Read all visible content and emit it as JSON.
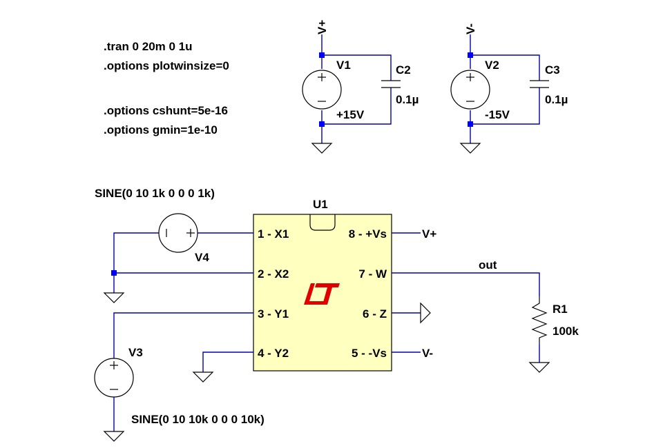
{
  "directives": [
    ".tran 0 20m 0 1u",
    ".options plotwinsize=0",
    ".options cshunt=5e-16",
    ".options gmin=1e-10"
  ],
  "supplies": {
    "v1": {
      "name": "V1",
      "value": "+15V",
      "net": "V+"
    },
    "v2": {
      "name": "V2",
      "value": "-15V",
      "net": "V-"
    },
    "c2": {
      "name": "C2",
      "value": "0.1µ"
    },
    "c3": {
      "name": "C3",
      "value": "0.1µ"
    }
  },
  "sources": {
    "v4": {
      "name": "V4",
      "value": "SINE(0 10 1k 0 0 0 1k)"
    },
    "v3": {
      "name": "V3",
      "value": "SINE(0 10 10k 0 0 0 10k)"
    }
  },
  "chip": {
    "name": "U1",
    "pins_left": [
      "1 - X1",
      "2 - X2",
      "3 - Y1",
      "4 - Y2"
    ],
    "pins_right": [
      "8 - +Vs",
      "7 - W",
      "6 - Z",
      "5 - -Vs"
    ],
    "net_vplus": "V+",
    "net_vminus": "V-",
    "body_color": "#ffffc0",
    "logo_color": "#e00000"
  },
  "load": {
    "name": "R1",
    "value": "100k",
    "net": "out"
  },
  "colors": {
    "wire": "#0000b4",
    "node": "#0000ff"
  }
}
